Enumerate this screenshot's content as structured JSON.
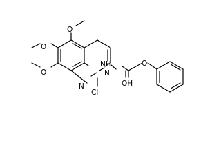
{
  "atoms": {
    "o_6": "O",
    "o_7": "O",
    "o_8": "O",
    "n_1": "N",
    "n_3": "N",
    "cl": "Cl",
    "nh": "NH",
    "oh": "OH",
    "o_ester": "O"
  }
}
